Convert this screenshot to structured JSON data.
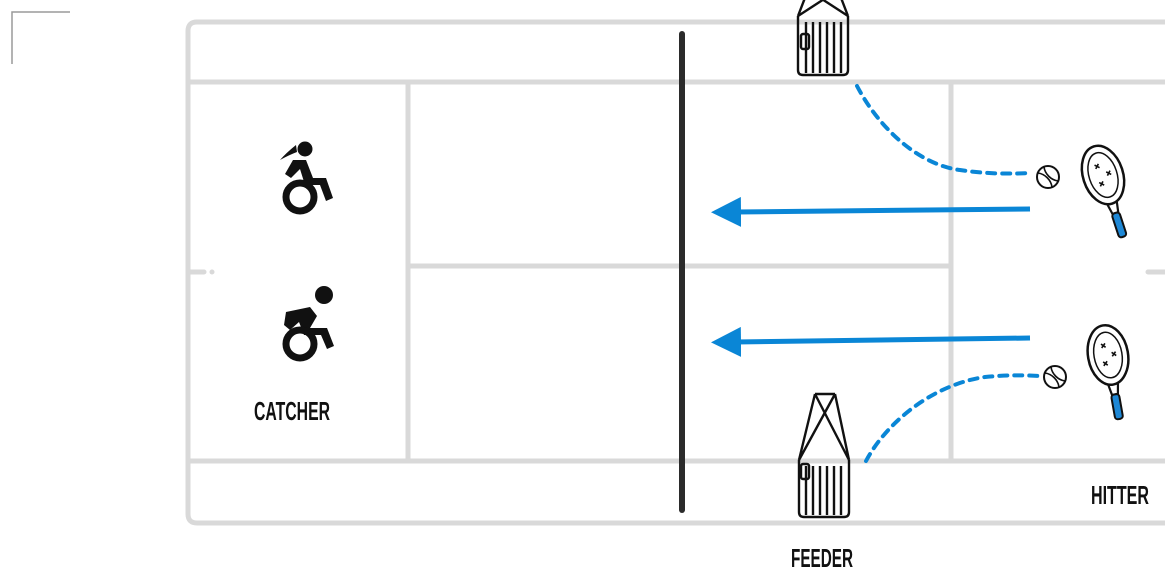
{
  "labels": {
    "catcher": "CATCHER",
    "feeder": "FEEDER",
    "hitter": "HITTER"
  },
  "colors": {
    "court_line": "#d9d9d9",
    "net": "#2b2b2b",
    "arrow": "#0a86d6",
    "ink": "#111111",
    "racket_grip": "#1e88d6"
  },
  "icons": [
    "corner-bracket-icon",
    "wheelchair-athlete-icon",
    "ball-basket-icon",
    "tennis-ball-icon",
    "tennis-racket-icon",
    "arrow-left-icon"
  ]
}
